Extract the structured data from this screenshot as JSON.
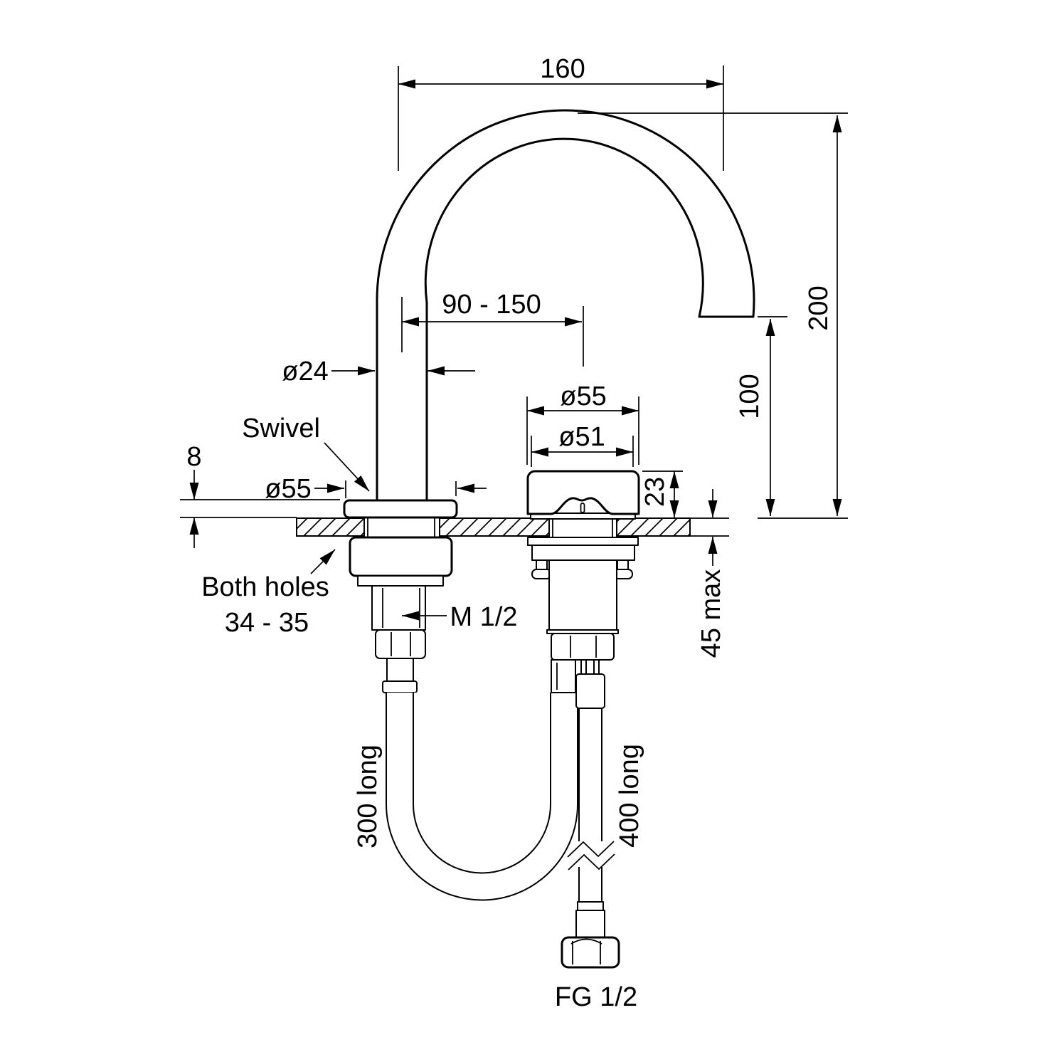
{
  "drawing": {
    "labels": {
      "overall_width": "160",
      "overall_height": "200",
      "outlet_height": "100",
      "hole_spacing": "90 - 150",
      "spout_diameter": "ø24",
      "swivel": "Swivel",
      "flange_height": "8",
      "flange_diameter": "ø55",
      "both_holes_line1": "Both holes",
      "both_holes_line2": "34 - 35",
      "inlet_thread": "M 1/2",
      "body_diameter_outer": "ø55",
      "body_diameter_inner": "ø51",
      "body_height": "23",
      "max_bench_thickness": "45 max",
      "left_hose_length": "300 long",
      "right_hose_length": "400 long",
      "hose_end_thread": "FG 1/2"
    },
    "colors": {
      "line": "#000000",
      "background": "#ffffff"
    }
  }
}
